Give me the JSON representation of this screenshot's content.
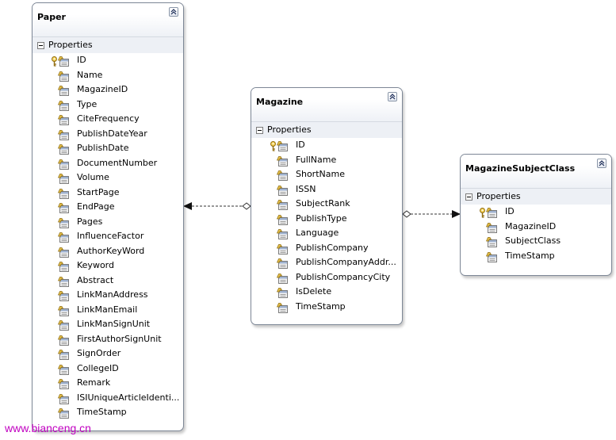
{
  "section_label": "Properties",
  "entities": {
    "paper": {
      "title": "Paper",
      "properties": [
        "ID",
        "Name",
        "MagazineID",
        "Type",
        "CiteFrequency",
        "PublishDateYear",
        "PublishDate",
        "DocumentNumber",
        "Volume",
        "StartPage",
        "EndPage",
        "Pages",
        "InfluenceFactor",
        "AuthorKeyWord",
        "Keyword",
        "Abstract",
        "LinkManAddress",
        "LinkManEmail",
        "LinkManSignUnit",
        "FirstAuthorSignUnit",
        "SignOrder",
        "CollegeID",
        "Remark",
        "ISIUniqueArticleIdenti...",
        "TimeStamp"
      ]
    },
    "magazine": {
      "title": "Magazine",
      "properties": [
        "ID",
        "FullName",
        "ShortName",
        "ISSN",
        "SubjectRank",
        "PublishType",
        "Language",
        "PublishCompany",
        "PublishCompanyAddr...",
        "PublishCompancyCity",
        "IsDelete",
        "TimeStamp"
      ]
    },
    "magazine_subject_class": {
      "title": "MagazineSubjectClass",
      "properties": [
        "ID",
        "MagazineID",
        "SubjectClass",
        "TimeStamp"
      ]
    }
  },
  "key_property": "ID",
  "icons": {
    "collapse": "chevron-up-icon",
    "key": "key-icon",
    "property": "property-icon",
    "section_toggle": "minus-icon"
  },
  "colors": {
    "line": "#333333",
    "watermark": "#c000c0",
    "border": "#7d8796"
  },
  "watermark": "www.bianceng.cn"
}
